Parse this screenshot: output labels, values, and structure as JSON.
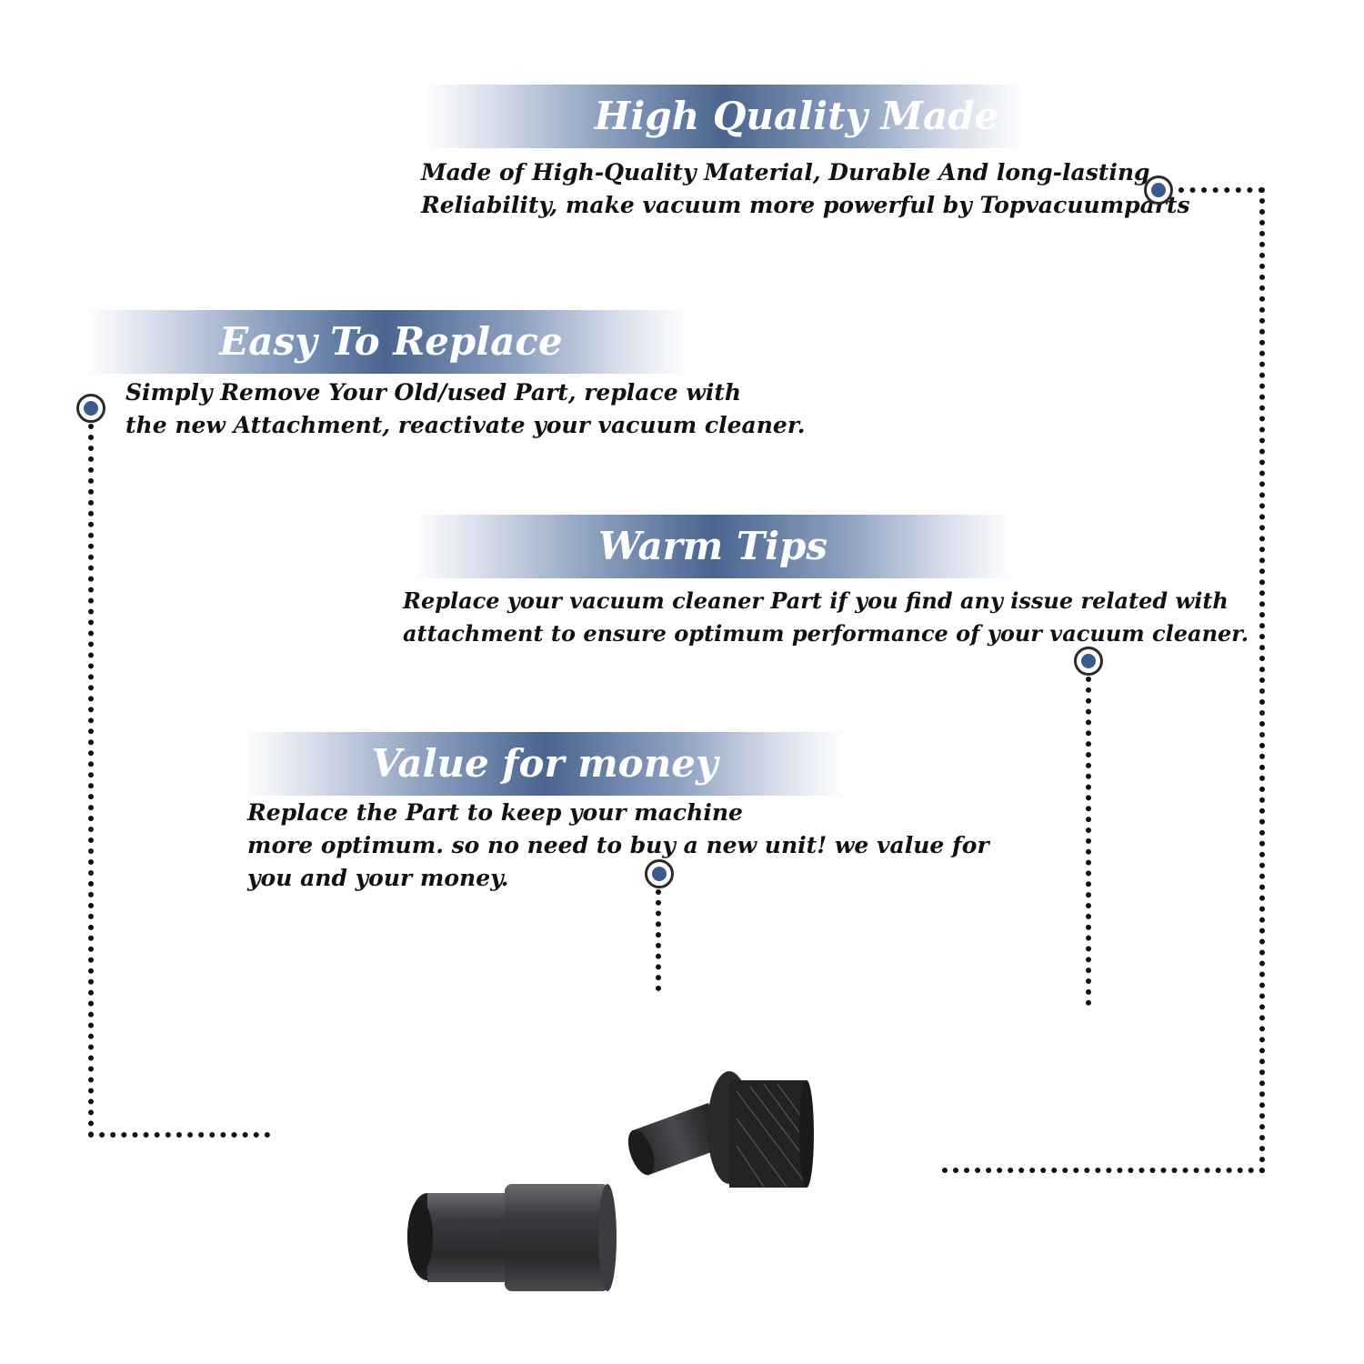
{
  "colors": {
    "banner_accent": "#4a6590",
    "marker_fill": "#3b5a8e",
    "text": "#111111"
  },
  "sections": [
    {
      "title": "High Quality Made",
      "lines": [
        "Made of  High-Quality Material, Durable And long-lasting",
        "Reliability, make vacuum more powerful by Topvacuumparts"
      ]
    },
    {
      "title": "Easy To Replace",
      "lines": [
        "Simply Remove Your Old/used Part, replace with",
        "the new Attachment, reactivate your vacuum cleaner."
      ]
    },
    {
      "title": "Warm Tips",
      "lines": [
        "Replace your vacuum cleaner Part if you find any issue related with",
        " attachment to ensure optimum performance of your vacuum cleaner."
      ]
    },
    {
      "title": "Value for money",
      "lines": [
        "Replace the Part to keep your machine",
        "more optimum. so no need to buy a new unit! we value for",
        "you and your money."
      ]
    }
  ],
  "product": {
    "items": [
      "adapter-image",
      "brush-image"
    ]
  }
}
